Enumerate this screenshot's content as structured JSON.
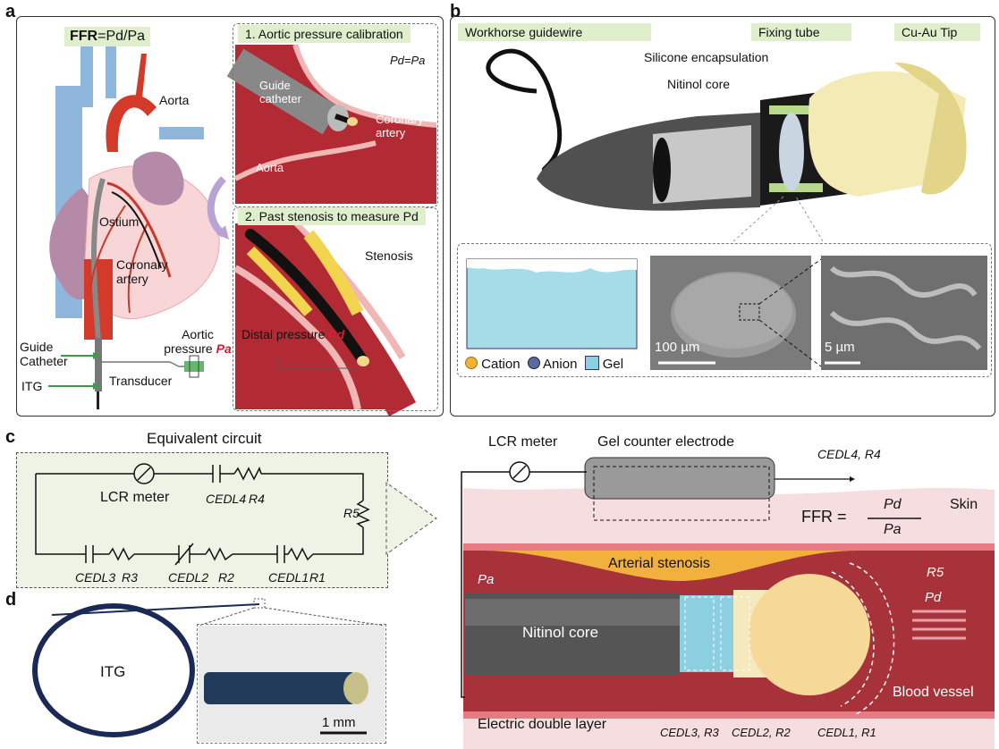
{
  "panels": {
    "a": "a",
    "b": "b",
    "c": "c",
    "d": "d"
  },
  "a": {
    "ffr_label": "FFR",
    "ffr_eq": "=Pd/Pa",
    "step1": "1. Aortic pressure calibration",
    "step2": "2. Past stenosis to measure Pd",
    "pd_eq_pa": "Pd=Pa",
    "guide_catheter_inset": "Guide catheter",
    "coronary_artery_inset": "Coronary artery",
    "aorta_inset": "Aorta",
    "aorta": "Aorta",
    "ostium": "Ostium",
    "coronary_artery": "Coronary artery",
    "stenosis": "Stenosis",
    "distal_pressure": "Distal pressure",
    "distal_symbol": "Pd",
    "aortic_pressure": "Aortic pressure",
    "aortic_symbol": "Pa",
    "guide_catheter": "Guide Catheter",
    "itg": "ITG",
    "transducer": "Transducer"
  },
  "b": {
    "workhorse": "Workhorse guidewire",
    "fixing_tube": "Fixing tube",
    "cu_au_tip": "Cu-Au Tip",
    "silicone": "Silicone encapsulation",
    "nitinol": "Nitinol core",
    "scale1": "100 µm",
    "scale2": "5 µm",
    "legend_cation": "Cation",
    "legend_anion": "Anion",
    "legend_gel": "Gel"
  },
  "c": {
    "equivalent_circuit": "Equivalent circuit",
    "lcr_meter_circuit": "LCR meter",
    "cedl4": "CEDL4",
    "r4": "R4",
    "r5": "R5",
    "cedl3": "CEDL3",
    "r3": "R3",
    "cedl2": "CEDL2",
    "r2": "R2",
    "cedl1": "CEDL1",
    "r1": "R1",
    "lcr_meter": "LCR meter",
    "gel_counter": "Gel counter electrode",
    "cedl4_r4": "CEDL4, R4",
    "skin": "Skin",
    "ffr_big": "FFR =",
    "frac_num": "Pd",
    "frac_den": "Pa",
    "arterial_stenosis": "Arterial stenosis",
    "pa": "Pa",
    "r5_right": "R5",
    "pd": "Pd",
    "nitinol_core": "Nitinol core",
    "blood_vessel": "Blood vessel",
    "edl": "Electric double layer",
    "cedl3_r3": "CEDL3, R3",
    "cedl2_r2": "CEDL2, R2",
    "cedl1_r1": "CEDL1, R1"
  },
  "d": {
    "itg": "ITG",
    "scale": "1 mm"
  },
  "colors": {
    "vessel": "#a8323a",
    "catheter": "#555555",
    "gel": "#8ccfe0",
    "cation": "#f2b233",
    "anion": "#5a6aa0",
    "tip": "#f3e6b0",
    "green_tag": "#dfeecb",
    "skin": "#f6dde0"
  }
}
